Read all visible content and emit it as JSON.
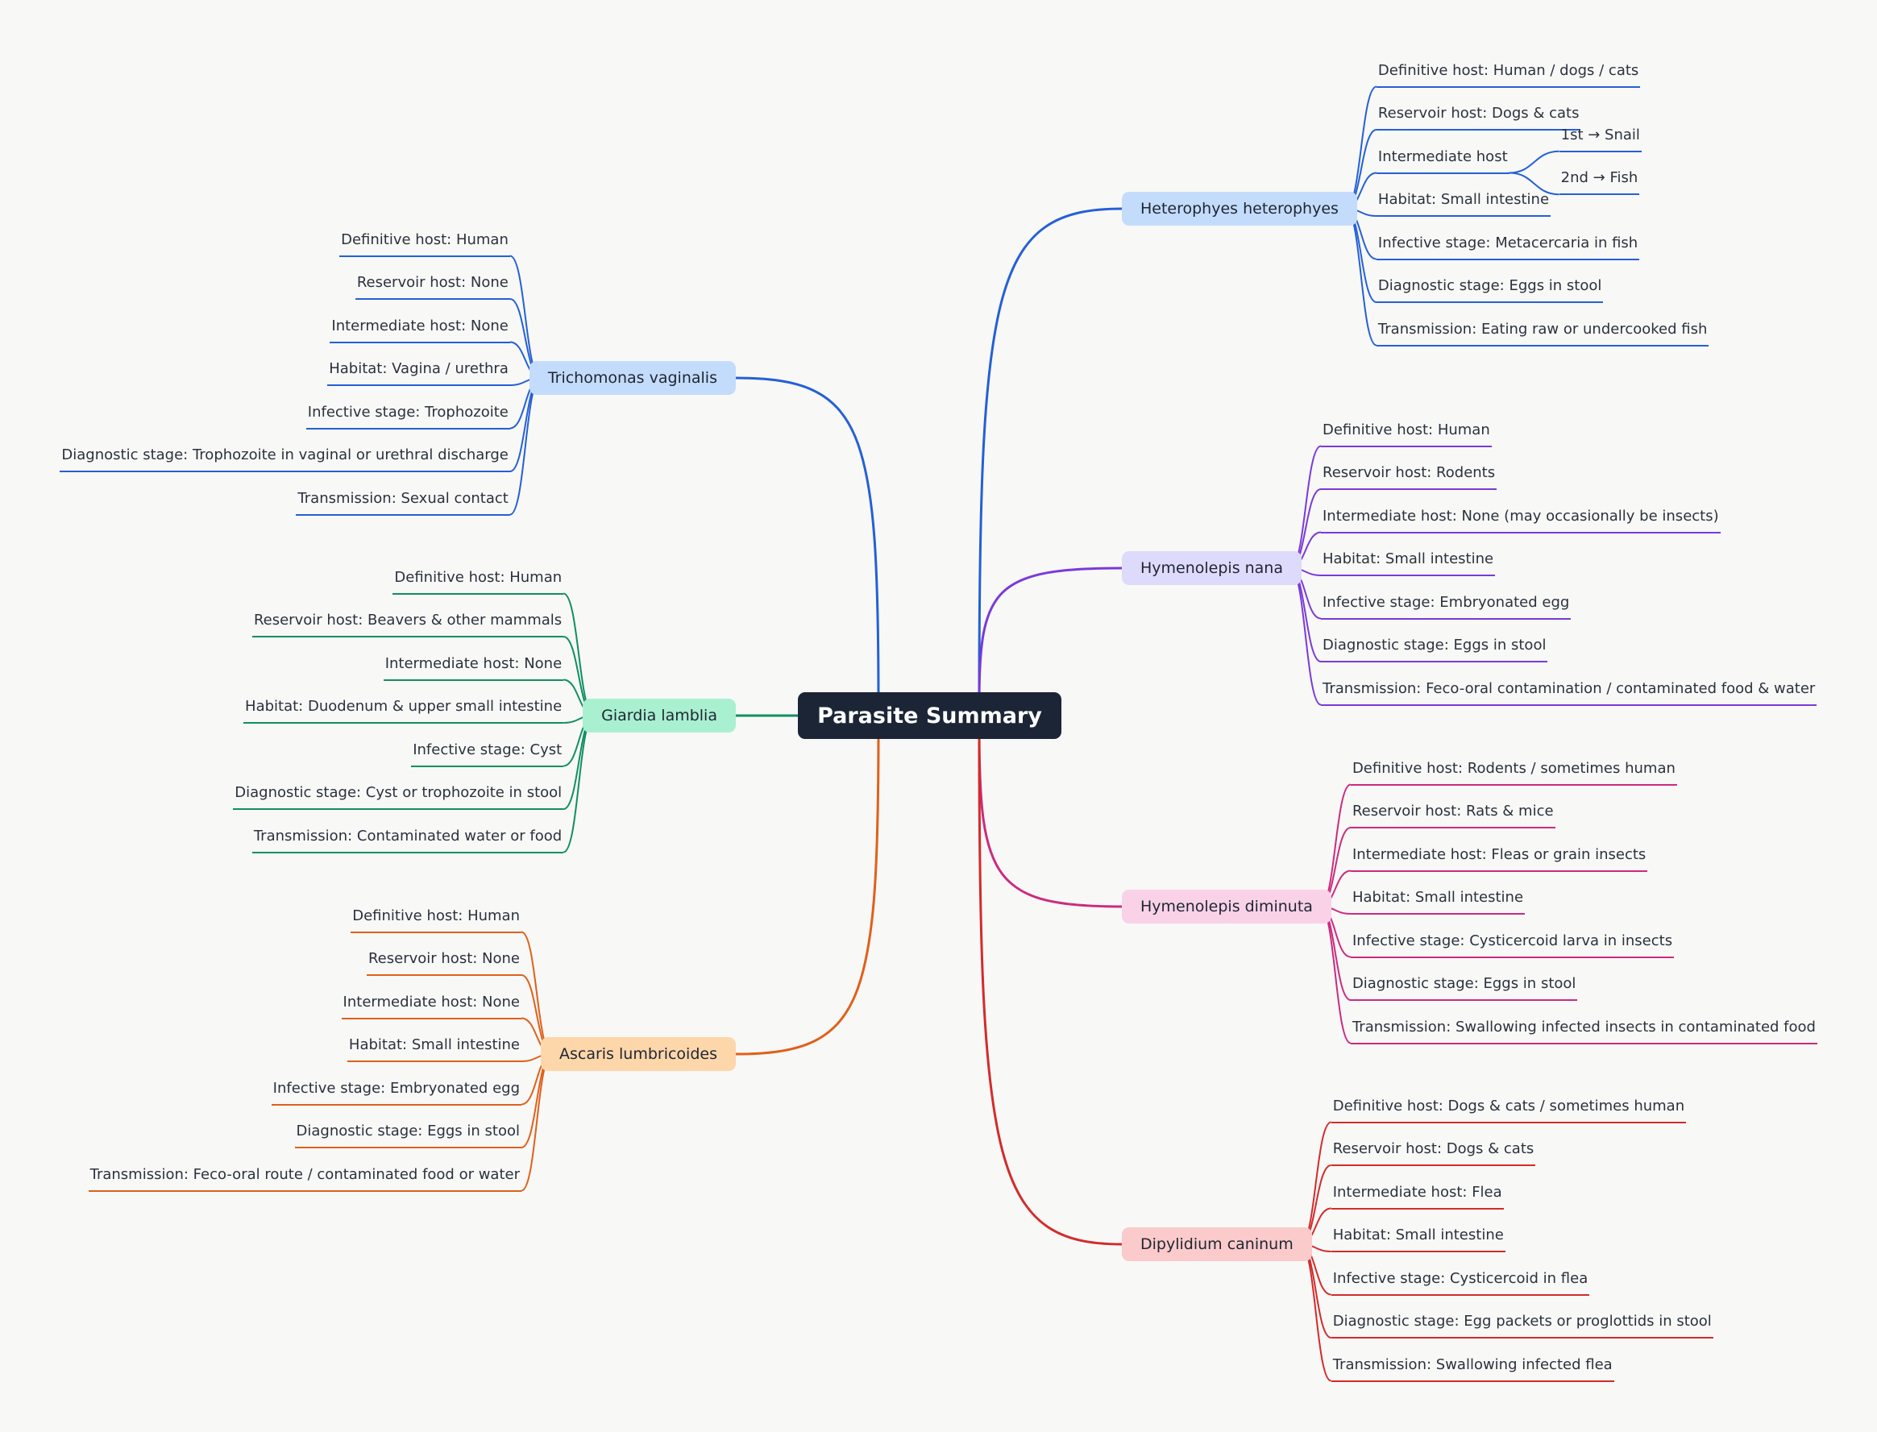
{
  "title": "Parasite Summary",
  "branches": [
    {
      "label": "Heterophyes heterophyes",
      "color": "#2460d6",
      "fill": "#c4dcfb",
      "side": "right",
      "items": [
        {
          "label": "Definitive host: Human / dogs / cats"
        },
        {
          "label": "Reservoir host: Dogs & cats"
        },
        {
          "label": "Intermediate host",
          "children": [
            {
              "label": "1st → Snail"
            },
            {
              "label": "2nd → Fish"
            }
          ]
        },
        {
          "label": "Habitat: Small intestine"
        },
        {
          "label": "Infective stage: Metacercaria in fish"
        },
        {
          "label": "Diagnostic stage: Eggs in stool"
        },
        {
          "label": "Transmission: Eating raw or undercooked fish"
        }
      ]
    },
    {
      "label": "Hymenolepis nana",
      "color": "#7a3ad9",
      "fill": "#dedafb",
      "side": "right",
      "items": [
        {
          "label": "Definitive host: Human"
        },
        {
          "label": "Reservoir host: Rodents"
        },
        {
          "label": "Intermediate host: None (may occasionally be insects)"
        },
        {
          "label": "Habitat: Small intestine"
        },
        {
          "label": "Infective stage: Embryonated egg"
        },
        {
          "label": "Diagnostic stage: Eggs in stool"
        },
        {
          "label": "Transmission: Feco-oral contamination / contaminated food & water"
        }
      ]
    },
    {
      "label": "Hymenolepis diminuta",
      "color": "#cc2a7f",
      "fill": "#f9d2e8",
      "side": "right",
      "items": [
        {
          "label": "Definitive host: Rodents / sometimes human"
        },
        {
          "label": "Reservoir host: Rats & mice"
        },
        {
          "label": "Intermediate host: Fleas or grain insects"
        },
        {
          "label": "Habitat: Small intestine"
        },
        {
          "label": "Infective stage: Cysticercoid larva in insects"
        },
        {
          "label": "Diagnostic stage: Eggs in stool"
        },
        {
          "label": "Transmission: Swallowing infected insects in contaminated food"
        }
      ]
    },
    {
      "label": "Dipylidium caninum",
      "color": "#d32b2b",
      "fill": "#fbcaca",
      "side": "right",
      "items": [
        {
          "label": "Definitive host: Dogs & cats / sometimes human"
        },
        {
          "label": "Reservoir host: Dogs & cats"
        },
        {
          "label": "Intermediate host: Flea"
        },
        {
          "label": "Habitat: Small intestine"
        },
        {
          "label": "Infective stage: Cysticercoid in flea"
        },
        {
          "label": "Diagnostic stage: Egg packets or proglottids in stool"
        },
        {
          "label": "Transmission: Swallowing infected flea"
        }
      ]
    },
    {
      "label": "Trichomonas vaginalis",
      "color": "#2460d6",
      "fill": "#c4dcfb",
      "side": "left",
      "items": [
        {
          "label": "Definitive host: Human"
        },
        {
          "label": "Reservoir host: None"
        },
        {
          "label": "Intermediate host: None"
        },
        {
          "label": "Habitat: Vagina / urethra"
        },
        {
          "label": "Infective stage: Trophozoite"
        },
        {
          "label": "Diagnostic stage: Trophozoite in vaginal or urethral discharge"
        },
        {
          "label": "Transmission: Sexual contact"
        }
      ]
    },
    {
      "label": "Giardia lamblia",
      "color": "#0f8f5f",
      "fill": "#a9f0d0",
      "side": "left",
      "items": [
        {
          "label": "Definitive host: Human"
        },
        {
          "label": "Reservoir host: Beavers & other mammals"
        },
        {
          "label": "Intermediate host: None"
        },
        {
          "label": "Habitat: Duodenum & upper small intestine"
        },
        {
          "label": "Infective stage: Cyst"
        },
        {
          "label": "Diagnostic stage: Cyst or trophozoite in stool"
        },
        {
          "label": "Transmission: Contaminated water or food"
        }
      ]
    },
    {
      "label": "Ascaris lumbricoides",
      "color": "#e0601a",
      "fill": "#fdd6aa",
      "side": "left",
      "items": [
        {
          "label": "Definitive host: Human"
        },
        {
          "label": "Reservoir host: None"
        },
        {
          "label": "Intermediate host: None"
        },
        {
          "label": "Habitat: Small intestine"
        },
        {
          "label": "Infective stage: Embryonated egg"
        },
        {
          "label": "Diagnostic stage: Eggs in stool"
        },
        {
          "label": "Transmission: Feco-oral route / contaminated food or water"
        }
      ]
    }
  ]
}
